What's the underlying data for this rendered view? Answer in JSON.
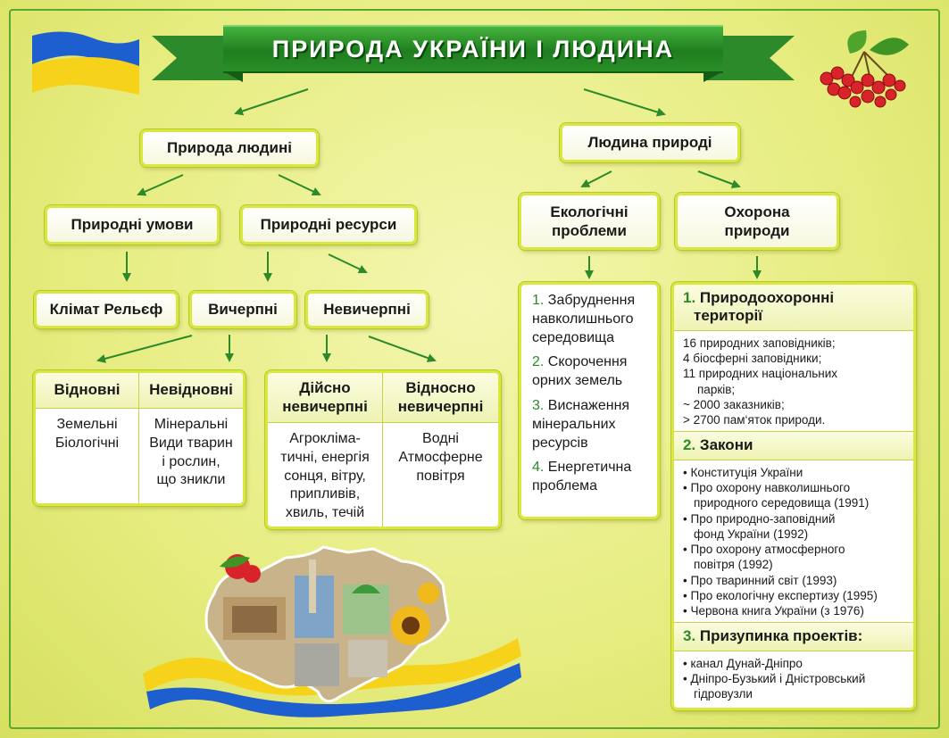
{
  "title": "ПРИРОДА УКРАЇНИ І ЛЮДИНА",
  "colors": {
    "accent_green": "#2c8a2a",
    "box_border": "#d8e83f",
    "flag_blue": "#1e5fcf",
    "flag_yellow": "#f6d21a"
  },
  "icons": [
    "ukraine-flag-icon",
    "viburnum-berries-icon",
    "ukraine-map-collage-icon",
    "ribbon-banner-icon"
  ],
  "left": {
    "root": "Природа людині",
    "conditions": "Природні умови",
    "resources": "Природні ресурси",
    "climate_relief": "Клімат Рельєф",
    "exhaustible": "Вичерпні",
    "inexhaustible": "Невичерпні",
    "table1": {
      "headers": [
        "Відновні",
        "Невідновні"
      ],
      "cells": [
        [
          "Земельні",
          "Біологічні"
        ],
        [
          "Мінеральні",
          "Види тварин",
          "і рослин,",
          "що зникли"
        ]
      ]
    },
    "table2": {
      "headers": [
        [
          "Дійсно",
          "невичерпні"
        ],
        [
          "Відносно",
          "невичерпні"
        ]
      ],
      "cells": [
        [
          "Агрокліма-",
          "тичні, енергія",
          "сонця, вітру,",
          "припливів,",
          "хвиль, течій"
        ],
        [
          "Водні",
          "Атмосферне",
          "повітря"
        ]
      ]
    }
  },
  "right": {
    "root": "Людина природі",
    "eco": [
      "Екологічні",
      "проблеми"
    ],
    "protect": [
      "Охорона",
      "природи"
    ],
    "eco_list": [
      {
        "num": "1.",
        "lines": [
          "Забруднення",
          "навколишнього",
          "середовища"
        ]
      },
      {
        "num": "2.",
        "lines": [
          "Скорочення",
          "орних земель"
        ]
      },
      {
        "num": "3.",
        "lines": [
          "Виснаження",
          "мінеральних",
          "ресурсів"
        ]
      },
      {
        "num": "4.",
        "lines": [
          "Енергетична",
          "проблема"
        ]
      }
    ],
    "protection": {
      "s1_num": "1.",
      "s1_title": [
        "Природоохоронні",
        "території"
      ],
      "s1_lines": [
        "16 природних заповідників;",
        "4 біосферні заповідники;",
        "11 природних національних",
        "парків;",
        "~ 2000 заказників;",
        "> 2700 пам‘яток природи."
      ],
      "s2_num": "2.",
      "s2_title": "Закони",
      "s2_lines": [
        "Конституція України",
        "Про охорону навколишнього",
        "природного середовища (1991)",
        "Про природно-заповідний",
        "фонд України (1992)",
        "Про охорону атмосферного",
        "повітря (1992)",
        "Про тваринний світ (1993)",
        "Про екологічну експертизу (1995)",
        "Червона книга України (з 1976)"
      ],
      "s3_num": "3.",
      "s3_title": "Призупинка проектів:",
      "s3_lines": [
        "канал Дунай-Дніпро",
        "Дніпро-Бузький і Дністровський",
        "гідровузли"
      ]
    }
  }
}
